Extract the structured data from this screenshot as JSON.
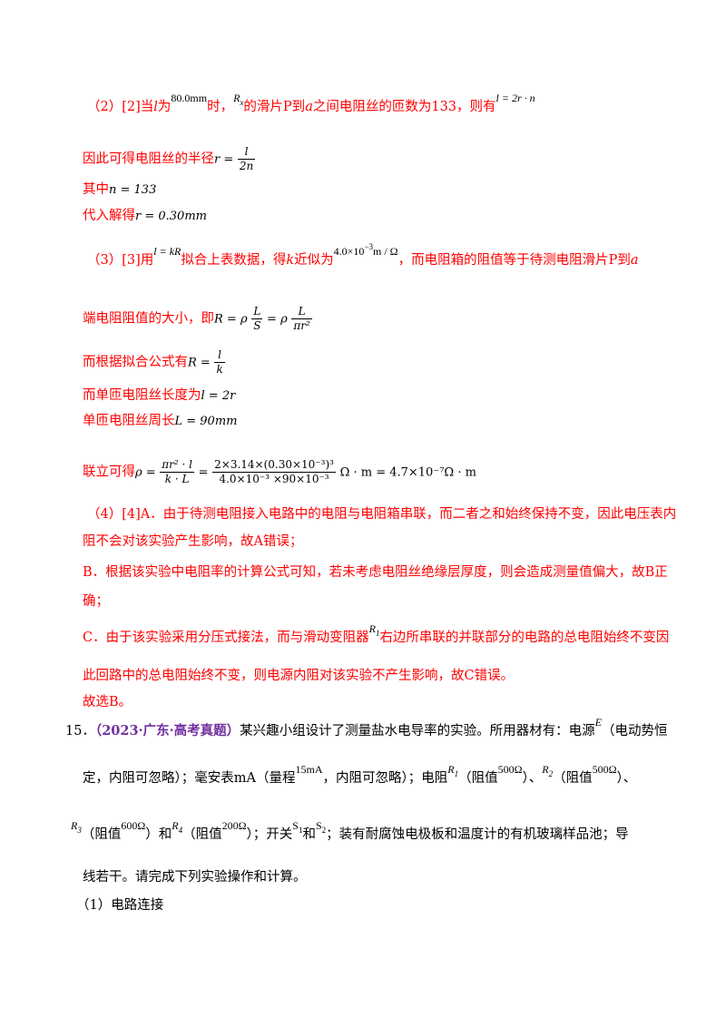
{
  "page": {
    "p2_seg1": "（2）[2]当",
    "p2_l": "l",
    "p2_seg2": "为",
    "p2_val": "80.0mm",
    "p2_seg3": "时，",
    "p2_rx": "R",
    "p2_rx_sub": "x",
    "p2_seg4": "的滑片P到",
    "p2_a": "a",
    "p2_seg5": "之间电阻丝的匝数为133，则有",
    "p2_formula": "l = 2r · n",
    "r_text": "因此可得电阻丝的半径",
    "r_lhs": "r =",
    "r_num": "l",
    "r_den": "2n",
    "n_text": "其中",
    "n_formula": "n = 133",
    "solve_text": "代入解得",
    "solve_formula": "r = 0.30mm",
    "p3_seg1": "（3）[3]用",
    "p3_formula": "l = kR",
    "p3_seg2": "拟合上表数据，得",
    "p3_k": "k",
    "p3_seg3": "近似为",
    "p3_kval_a": "4.0×10",
    "p3_kval_exp": "−3",
    "p3_kval_b": "m / Ω",
    "p3_seg4": "，而电阻箱的阻值等于待测电阻滑片P到",
    "p3_a": "a",
    "end_text": "端电阻阻值的大小，即",
    "end_lhs": "R = ρ",
    "end_f1_num": "L",
    "end_f1_den": "S",
    "end_eq": "= ρ",
    "end_f2_num": "L",
    "end_f2_den": "πr²",
    "fit_text": "而根据拟合公式有",
    "fit_lhs": "R =",
    "fit_num": "l",
    "fit_den": "k",
    "single_text": "而单匝电阻丝长度为",
    "single_formula": "l = 2r",
    "perim_text": "单匝电阻丝周长",
    "perim_formula": "L = 90mm",
    "rho_text": "联立可得",
    "rho_lhs": "ρ =",
    "rho_f1_num": "πr² · l",
    "rho_f1_den": "k · L",
    "rho_eq": "=",
    "rho_f2_num": "2×3.14×(0.30×10⁻³)³",
    "rho_f2_den": "4.0×10⁻³ ×90×10⁻³",
    "rho_result": "Ω · m = 4.7×10⁻⁷Ω · m",
    "p4_line1": "（4）[4]A．由于待测电阻接入电路中的电阻与电阻箱串联，而二者之和始终保持不变，因此电压表内",
    "p4_line2": "阻不会对该实验产生影响，故A错误；",
    "p4_line3": "B．根据该实验中电阻率的计算公式可知，若未考虑电阻丝绝缘层厚度，则会造成测量值偏大，故B正",
    "p4_line4": "确；",
    "p4_c_seg1": "C．由于该实验采用分压式接法，而与滑动变阻器",
    "p4_c_r": "R",
    "p4_c_r_sub": "1",
    "p4_c_seg2": "右边所串联的并联部分的电路的总电阻始终不变因",
    "p4_line6": "此回路中的总电阻始终不变，则电源内阻对该实验不产生影响，故C错误。",
    "p4_line7": "故选B。",
    "q15_num": "15．",
    "q15_tag": "（2023·广东·高考真题）",
    "q15_seg1": "某兴趣小组设计了测量盐水电导率的实验。所用器材有：电源",
    "q15_E": "E",
    "q15_seg2": "（电动势恒",
    "q15_l2_seg1": "定，内阻可忽略）；毫安表mA（量程",
    "q15_range": "15mA",
    "q15_l2_seg2": "，内阻可忽略）；电阻",
    "q15_R1": "R",
    "q15_R1_sub": "1",
    "q15_l2_seg3": "（阻值",
    "q15_R1_val": "500Ω",
    "q15_l2_seg4": "）、",
    "q15_R2": "R",
    "q15_R2_sub": "2",
    "q15_l2_seg5": "（阻值",
    "q15_R2_val": "500Ω",
    "q15_l2_seg6": "）、",
    "q15_R3": "R",
    "q15_R3_sub": "3",
    "q15_l3_seg1": "（阻值",
    "q15_R3_val": "600Ω",
    "q15_l3_seg2": "）和",
    "q15_R4": "R",
    "q15_R4_sub": "4",
    "q15_l3_seg3": "（阻值",
    "q15_R4_val": "200Ω",
    "q15_l3_seg4": "）；开关",
    "q15_S1": "S",
    "q15_S1_sub": "1",
    "q15_l3_seg5": "和",
    "q15_S2": "S",
    "q15_S2_sub": "2",
    "q15_l3_seg6": "；装有耐腐蚀电极板和温度计的有机玻璃样品池；导",
    "q15_line4": "线若干。请完成下列实验操作和计算。",
    "q15_line5": "（1）电路连接"
  }
}
